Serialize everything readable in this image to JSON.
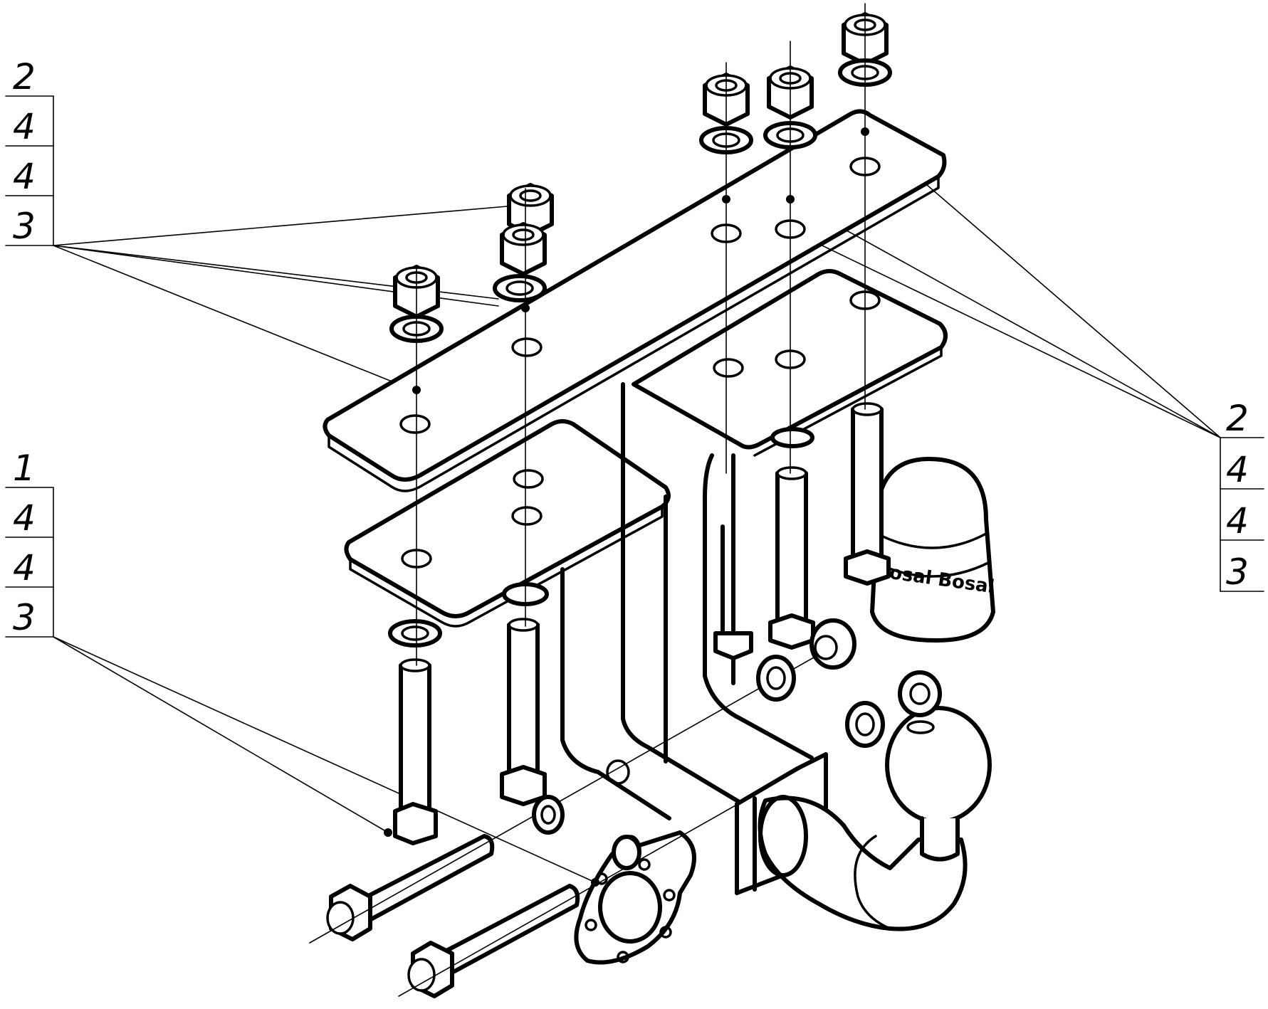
{
  "callouts": {
    "top_left": [
      "2",
      "4",
      "4",
      "3"
    ],
    "mid_left": [
      "1",
      "4",
      "4",
      "3"
    ],
    "right": [
      "2",
      "4",
      "4",
      "3"
    ]
  },
  "ball_cover_text": "Bosal Bosal",
  "colors": {
    "line": "#000000",
    "background": "#ffffff"
  },
  "icons": [
    "nut-icon",
    "washer-icon",
    "bolt-icon",
    "tow-ball-icon",
    "socket-plate-icon"
  ]
}
